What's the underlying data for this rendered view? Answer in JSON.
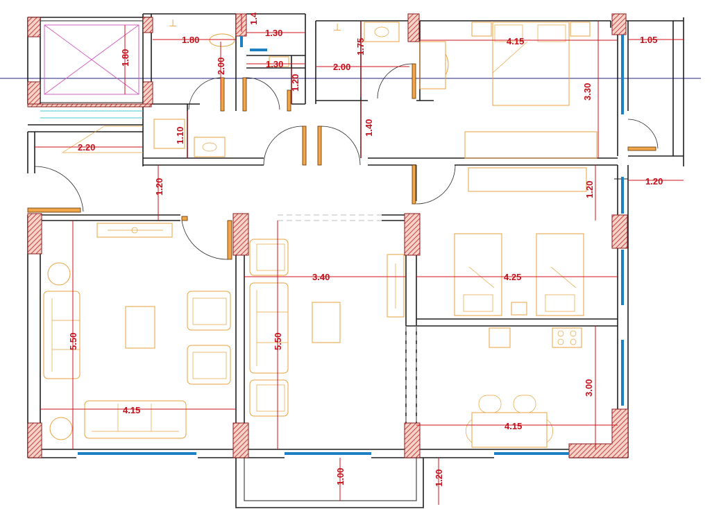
{
  "colors": {
    "wall": "#1e1e1e",
    "column_hatch": "#b81d1d",
    "furniture": "#e8a13c",
    "window": "#1d7fc4",
    "dimension": "#d0101a",
    "door_leaf": "#f1a64a"
  },
  "dimensions": {
    "shaft_w": "1.80",
    "shaft_h": "1.80",
    "wc_top": "1.30",
    "wc_top_small": "1.4",
    "wc_mid": "1.30",
    "bath_h": "2.00",
    "bath_v": "1.20",
    "corridor_top": "2.00",
    "corridor_v": "1.75",
    "bed1_w": "4.15",
    "bed1_h": "3.30",
    "right_ext_top": "1.05",
    "corridor_v2": "1.40",
    "bath2_v": "1.10",
    "stair_w": "2.20",
    "hall_h": "1.20",
    "hall_right_h": "1.20",
    "right_ext_mid": "1.20",
    "living_w": "3.40",
    "bed2_w": "4.25",
    "salon_h": "5.50",
    "living_h": "5.50",
    "salon_w": "4.15",
    "kitchen_h": "3.00",
    "kitchen_w": "4.15",
    "balcony_d": "1.00",
    "bottom_ext": "1.20"
  }
}
